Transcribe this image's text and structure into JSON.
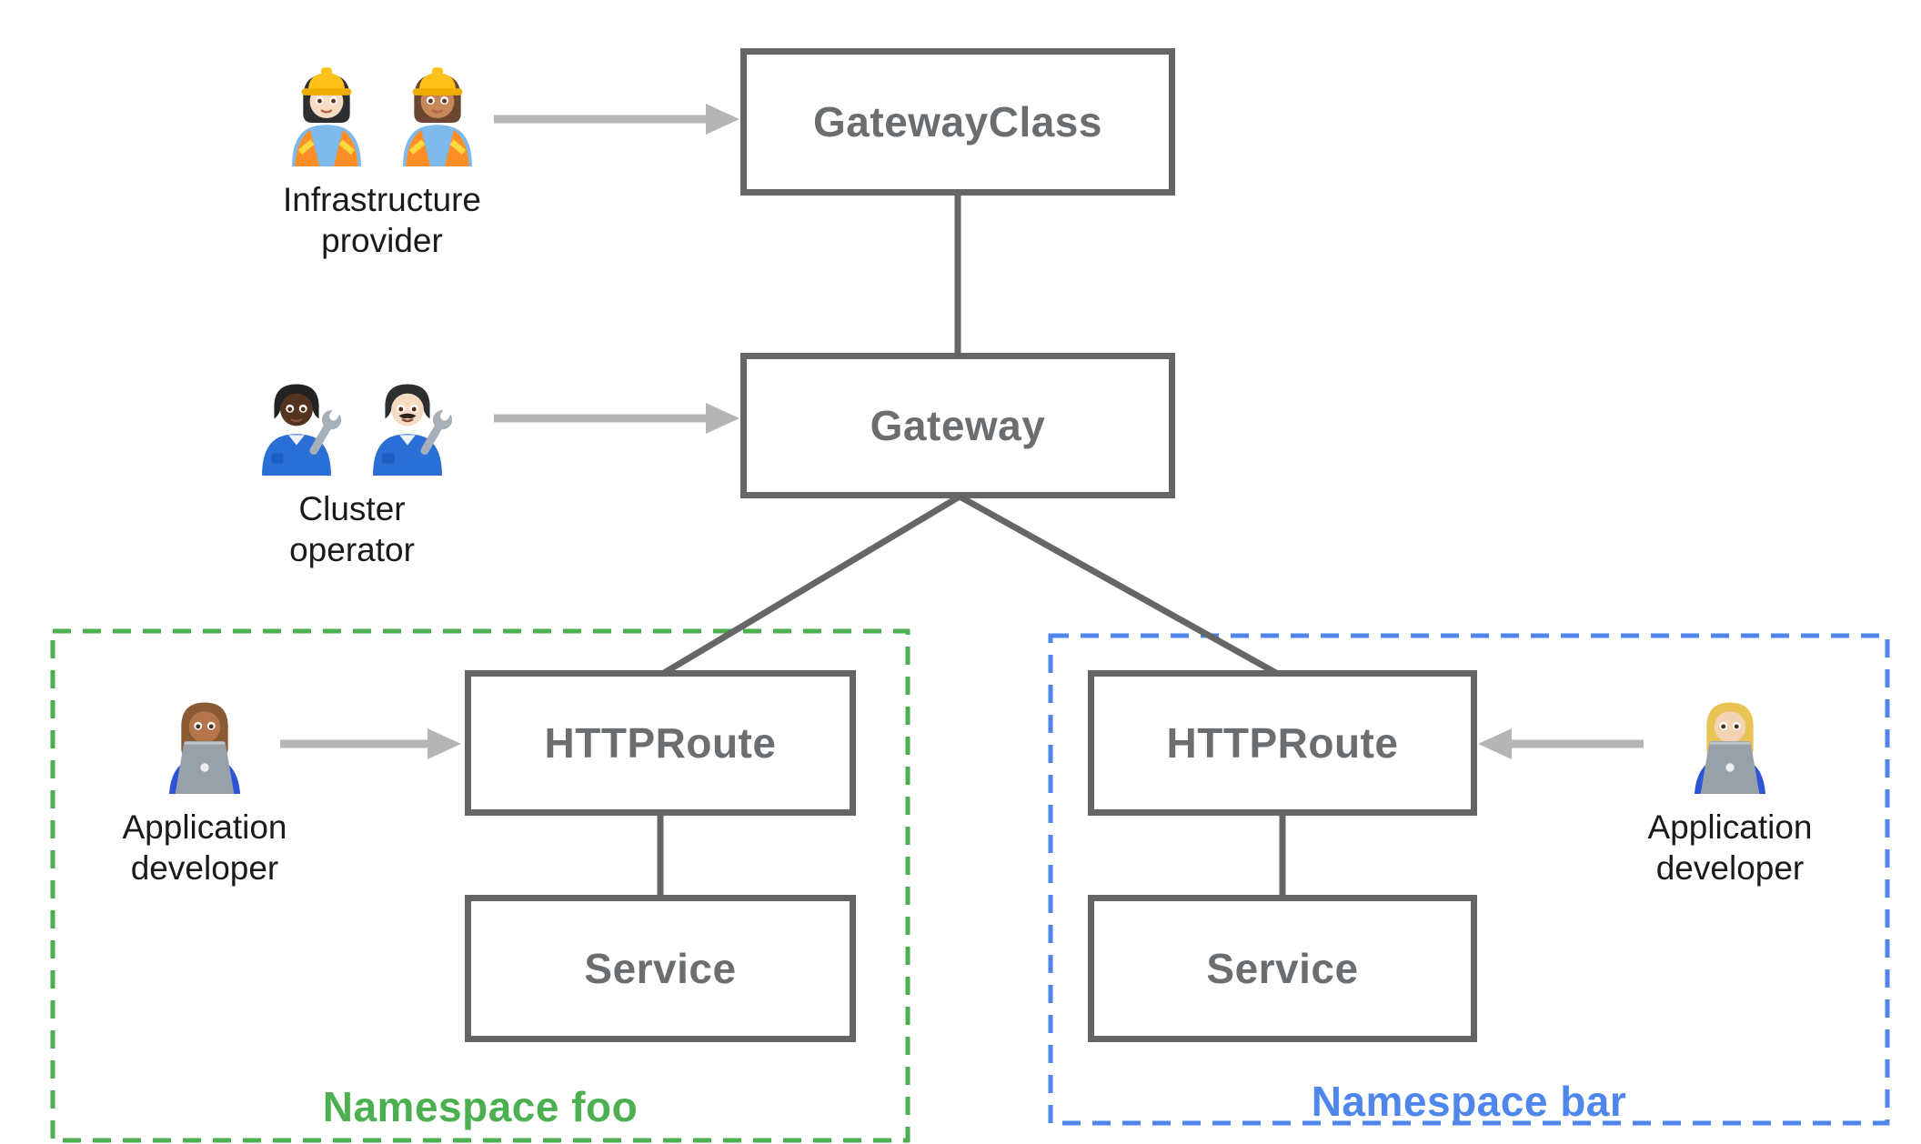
{
  "nodes": {
    "gateway_class": "GatewayClass",
    "gateway": "Gateway",
    "httproute_foo": "HTTPRoute",
    "service_foo": "Service",
    "httproute_bar": "HTTPRoute",
    "service_bar": "Service"
  },
  "namespaces": {
    "foo": {
      "label": "Namespace foo",
      "color": "#4caf50"
    },
    "bar": {
      "label": "Namespace bar",
      "color": "#4e86ec"
    }
  },
  "personas": {
    "infrastructure_provider": {
      "label": "Infrastructure provider",
      "emoji": "👷🏻‍♀️👷🏽‍♀️",
      "icons": [
        "woman-construction-worker-light-icon",
        "woman-construction-worker-medium-icon"
      ]
    },
    "cluster_operator": {
      "label": "Cluster operator",
      "emoji": "🧑🏿‍🔧👨🏻‍🔧",
      "icons": [
        "person-mechanic-dark-icon",
        "man-mechanic-light-icon"
      ]
    },
    "app_developer_foo": {
      "label": "Application developer",
      "emoji": "👨🏽‍💻",
      "icons": [
        "man-technologist-icon"
      ]
    },
    "app_developer_bar": {
      "label": "Application developer",
      "emoji": "👩🏼‍💻",
      "icons": [
        "woman-technologist-icon"
      ]
    }
  },
  "edges": [
    {
      "from": "GatewayClass",
      "to": "Gateway"
    },
    {
      "from": "Gateway",
      "to": "HTTPRoute (Namespace foo)"
    },
    {
      "from": "Gateway",
      "to": "HTTPRoute (Namespace bar)"
    },
    {
      "from": "HTTPRoute (Namespace foo)",
      "to": "Service (Namespace foo)"
    },
    {
      "from": "HTTPRoute (Namespace bar)",
      "to": "Service (Namespace bar)"
    }
  ],
  "pointers": [
    {
      "from": "Infrastructure provider",
      "to": "GatewayClass"
    },
    {
      "from": "Cluster operator",
      "to": "Gateway"
    },
    {
      "from": "Application developer (foo)",
      "to": "HTTPRoute (Namespace foo)"
    },
    {
      "from": "Application developer (bar)",
      "to": "HTTPRoute (Namespace bar)"
    }
  ],
  "colors": {
    "node_border": "#636567",
    "node_text": "#6b6e70",
    "connector": "#666666",
    "arrow": "#b5b5b5",
    "persona_text": "#1a1a1a",
    "namespace_foo": "#4caf50",
    "namespace_bar": "#4e86ec"
  }
}
